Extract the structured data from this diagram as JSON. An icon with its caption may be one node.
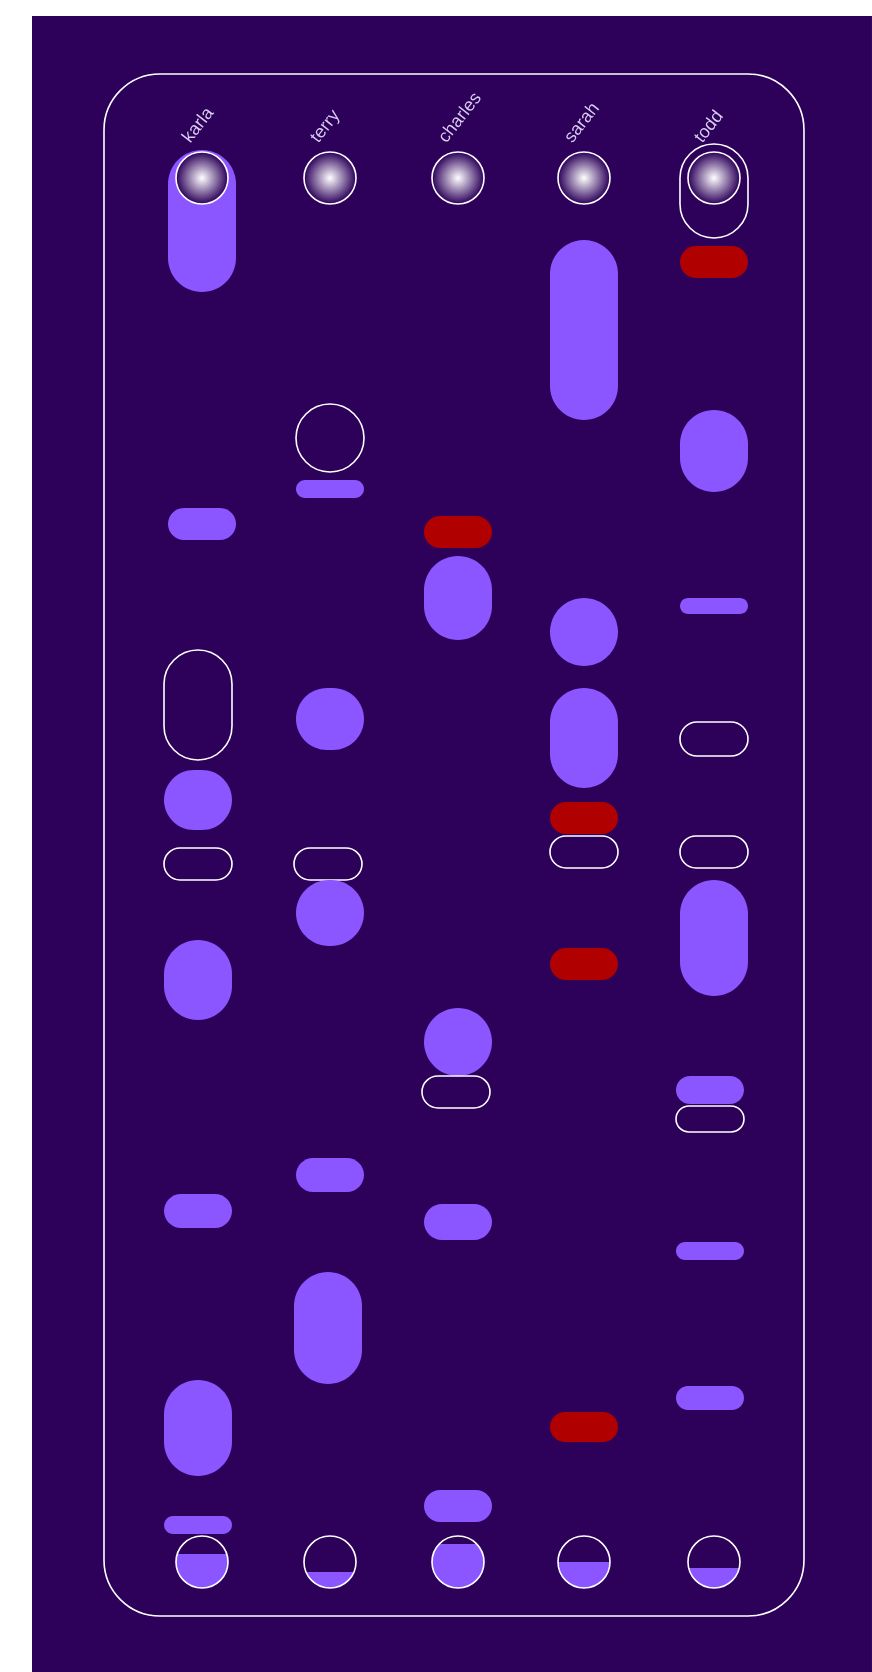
{
  "diagram": {
    "labels": [
      "karla",
      "terry",
      "charles",
      "sarah",
      "todd"
    ]
  }
}
